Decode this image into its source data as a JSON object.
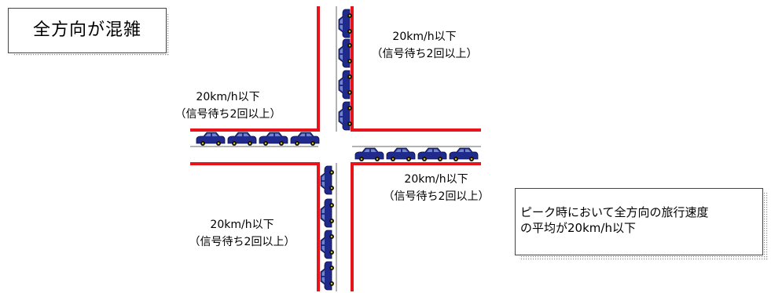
{
  "title": "全方向が混雑",
  "labels": {
    "north": {
      "speed": "20km/h以下",
      "signal": "（信号待ち2回以上）"
    },
    "west": {
      "speed": "20km/h以下",
      "signal": "（信号待ち2回以上）"
    },
    "east": {
      "speed": "20km/h以下",
      "signal": "（信号待ち2回以上）"
    },
    "south": {
      "speed": "20km/h以下",
      "signal": "（信号待ち2回以上）"
    }
  },
  "note": {
    "line1": "ピーク時において全方向の旅行速度",
    "line2": "の平均が20km/h以下"
  },
  "colors": {
    "curb": "#e8141b",
    "lane_line": "#9a9a9a",
    "car_body": "#1f2a8c",
    "car_window": "#6f86c8",
    "shadow": "#8a8a8a"
  }
}
